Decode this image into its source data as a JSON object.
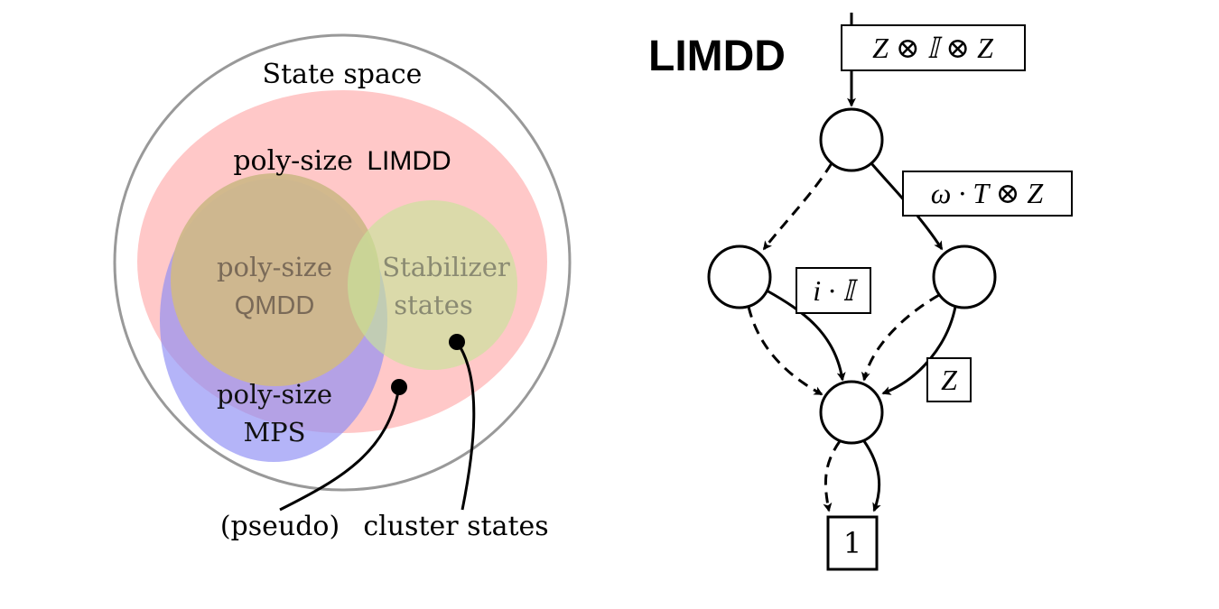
{
  "venn": {
    "state_space_label": "State space",
    "limdd_label_prefix": "poly-size",
    "limdd_label_name": "LIMDD",
    "qmdd_label_line1": "poly-size",
    "qmdd_label_line2": "QMDD",
    "stabilizer_line1": "Stabilizer",
    "stabilizer_line2": "states",
    "mps_line1": "poly-size",
    "mps_line2": "MPS",
    "pseudo_label": "(pseudo)",
    "cluster_label": "cluster states",
    "colors": {
      "outer_border": "#999999",
      "limdd_fill": "#ffc8c8",
      "mps_fill": "#a8a8f8",
      "qmdd_fill": "#d4b48c",
      "stabilizer_fill": "#d4e4a8",
      "faded_text": "#777777"
    }
  },
  "limdd_diagram": {
    "title": "LIMDD",
    "root_edge_label": "Z ⊗ 𝕀 ⊗ Z",
    "top_right_edge_label": "ω · T ⊗ Z",
    "left_solid_edge_label": "i · 𝕀",
    "right_solid_edge_label": "Z",
    "terminal_label": "1"
  }
}
